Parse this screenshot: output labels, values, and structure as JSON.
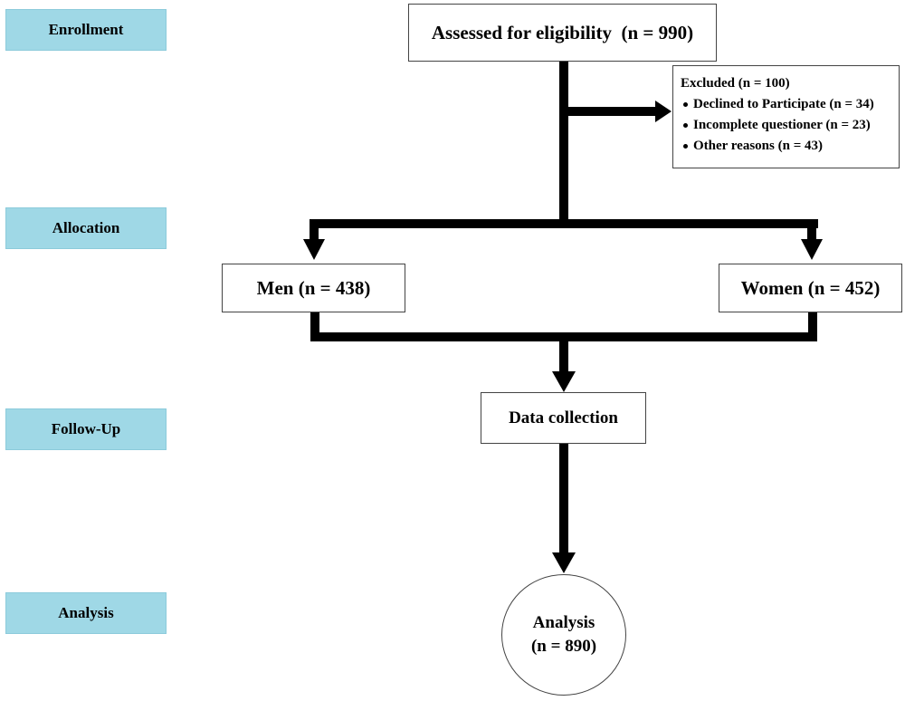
{
  "stages": {
    "enrollment": "Enrollment",
    "allocation": "Allocation",
    "follow_up": "Follow-Up",
    "analysis": "Analysis"
  },
  "boxes": {
    "assessed": "Assessed for eligibility  (n = 990)",
    "excluded": {
      "title": "Excluded (n = 100)",
      "items": [
        "Declined to Participate (n = 34)",
        "Incomplete questioner (n = 23)",
        "Other reasons (n = 43)"
      ]
    },
    "men": "Men (n = 438)",
    "women": "Women (n = 452)",
    "data_collection": "Data collection",
    "analysis": {
      "label": "Analysis",
      "count": "(n = 890)"
    }
  },
  "colors": {
    "stage_fill": "#9fd8e6",
    "arrow": "#000000",
    "box_border": "#444444"
  }
}
